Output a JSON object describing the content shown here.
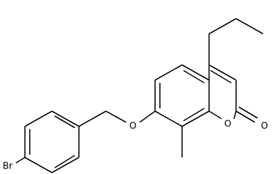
{
  "structure": {
    "atoms": {
      "br": "Br",
      "o_ether": "O",
      "o_ring": "O",
      "o_carbonyl": "O"
    },
    "colors": {
      "bond": "#000000",
      "label": "#000000",
      "background": "#ffffff"
    }
  }
}
